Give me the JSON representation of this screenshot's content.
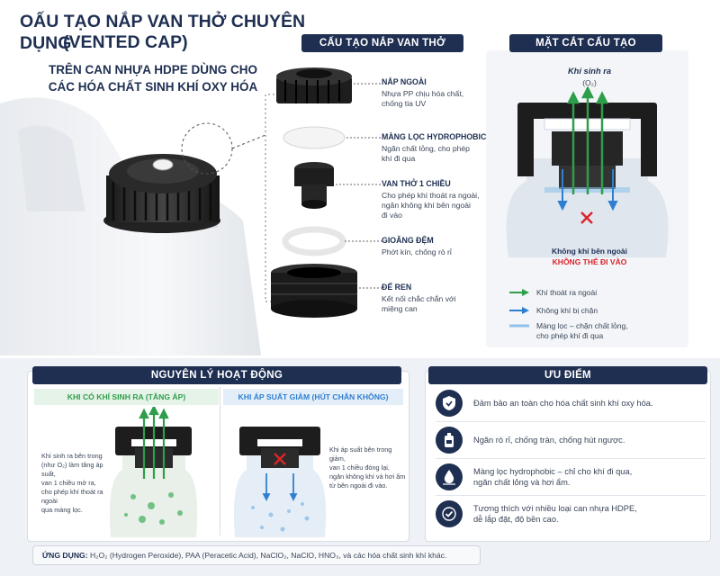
{
  "header": {
    "title_line1": "OẤU TẠO NẮP VAN THỞ CHUYÊN DỤNG",
    "title_line2": "(VENTED CAP)",
    "subtitle_line1": "TRÊN CAN NHỰA HDPE DÙNG CHO",
    "subtitle_line2": "CÁC HÓA CHẤT SINH KHÍ OXY HÓA"
  },
  "structure": {
    "heading": "CẤU TẠO NẮP VAN THỞ",
    "parts": [
      {
        "name": "NẮP NGOÀI",
        "desc1": "Nhựa PP chịu hóa chất,",
        "desc2": "chống tia UV",
        "desc3": ""
      },
      {
        "name": "MÀNG LỌC HYDROPHOBIC",
        "desc1": "Ngăn chất lỏng, cho phép",
        "desc2": "khí đi qua",
        "desc3": ""
      },
      {
        "name": "VAN THỞ 1 CHIỀU",
        "desc1": "Cho phép khí thoát ra ngoài,",
        "desc2": "ngăn không khí bên ngoài",
        "desc3": "đi vào"
      },
      {
        "name": "GIOĂNG ĐỆM",
        "desc1": "Phớt kín, chống rò rỉ",
        "desc2": "",
        "desc3": ""
      },
      {
        "name": "ĐẾ REN",
        "desc1": "Kết nối chắc chắn với",
        "desc2": "miệng can",
        "desc3": ""
      }
    ]
  },
  "section": {
    "heading": "MẶT CẮT CẤU TẠO",
    "gas_out": "Khí sinh ra",
    "gas_formula": "(O₂)",
    "air_outside": "Không khí bên ngoài",
    "cannot_enter": "KHÔNG THỂ ĐI VÀO",
    "legend": [
      {
        "text1": "Khí thoát ra ngoài",
        "text2": "",
        "color": "#2e9e4a"
      },
      {
        "text1": "Không khí bị chặn",
        "text2": "",
        "color": "#2f7fd0"
      },
      {
        "text1": "Màng lọc – chặn chất lỏng,",
        "text2": "cho phép khí đi qua",
        "color": "#8fc3ea"
      }
    ]
  },
  "principle": {
    "heading": "NGUYÊN LÝ HOẠT ĐỘNG",
    "left_title": "KHI CÓ KHÍ SINH RA (TĂNG ÁP)",
    "left_desc": [
      "Khí sinh ra bên trong",
      "(như O₂) làm tăng áp suất,",
      "van 1 chiều mở ra,",
      "cho phép khí thoát ra ngoài",
      "qua màng lọc."
    ],
    "right_title": "KHI ÁP SUẤT GIẢM (HÚT CHÂN KHÔNG)",
    "right_desc": [
      "Khi áp suất bên trong giảm,",
      "van 1 chiều đóng lại,",
      "ngăn không khí và hơi ẩm",
      "từ bên ngoài đi vào."
    ]
  },
  "advantages": {
    "heading": "ƯU ĐIỂM",
    "items": [
      {
        "icon": "shield-icon",
        "text1": "Đảm bảo an toàn cho hóa chất sinh khí oxy hóa.",
        "text2": ""
      },
      {
        "icon": "bottle-icon",
        "text1": "Ngăn rò rỉ, chống tràn, chống hút ngược.",
        "text2": ""
      },
      {
        "icon": "droplet-icon",
        "text1": "Màng lọc hydrophobic – chỉ cho khí đi qua,",
        "text2": "ngăn chất lỏng và hơi ẩm."
      },
      {
        "icon": "check-icon",
        "text1": "Tương thích với nhiều loại can nhựa HDPE,",
        "text2": "dễ lắp đặt, độ bền cao."
      }
    ]
  },
  "applications": {
    "label": "ỨNG DỤNG:",
    "text": "H₂O₂ (Hydrogen Peroxide), PAA (Peracetic Acid), NaClO₂, NaClO, HNO₃, và các hóa chất sinh khí khác."
  },
  "colors": {
    "navy": "#1e2f52",
    "green": "#2e9e4a",
    "blue": "#2f7fd0",
    "red": "#d9252b",
    "light_blue": "#8fc3ea"
  }
}
